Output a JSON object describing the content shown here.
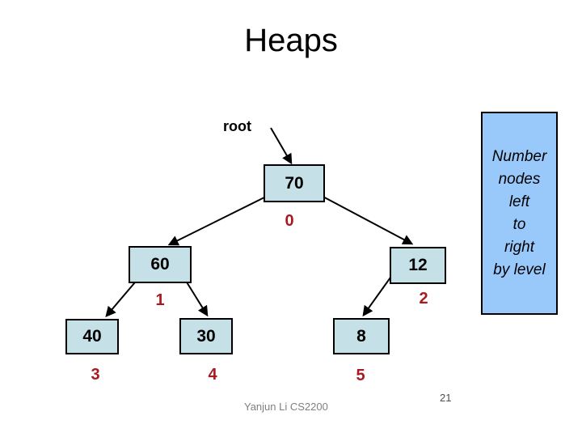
{
  "title": "Heaps",
  "root_pointer_label": "root",
  "tree": {
    "type": "binary-heap",
    "nodes": [
      {
        "value": "70",
        "level_index": "0"
      },
      {
        "value": "60",
        "level_index": "1"
      },
      {
        "value": "12",
        "level_index": "2"
      },
      {
        "value": "40",
        "level_index": "3"
      },
      {
        "value": "30",
        "level_index": "4"
      },
      {
        "value": "8",
        "level_index": "5"
      }
    ],
    "edges": [
      {
        "from": "root-pointer",
        "to": "70"
      },
      {
        "from": "70",
        "to": "60"
      },
      {
        "from": "70",
        "to": "12"
      },
      {
        "from": "60",
        "to": "40"
      },
      {
        "from": "60",
        "to": "30"
      },
      {
        "from": "12",
        "to": "8"
      }
    ]
  },
  "side_note": {
    "lines": [
      "Number",
      "nodes",
      "left",
      "to",
      "right",
      "by level"
    ]
  },
  "footer": {
    "author": "Yanjun Li CS2200",
    "page_number": "21"
  },
  "colors": {
    "node_fill": "#c5e0e6",
    "node_border": "#000000",
    "side_note_fill": "#99c9fa",
    "index_label": "#a81a1f",
    "footer_text": "#808080"
  }
}
